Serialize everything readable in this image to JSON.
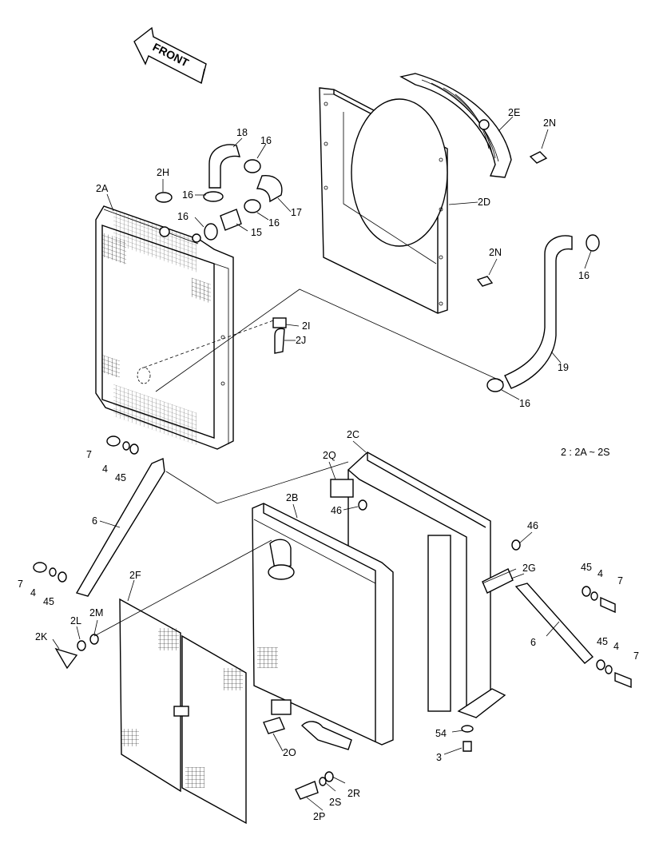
{
  "direction_label": "FRONT",
  "note": "2 : 2A ~ 2S",
  "callouts": {
    "c2A": "2A",
    "c2B": "2B",
    "c2C": "2C",
    "c2D": "2D",
    "c2E": "2E",
    "c2F": "2F",
    "c2G": "2G",
    "c2H": "2H",
    "c2I": "2I",
    "c2J": "2J",
    "c2K": "2K",
    "c2L": "2L",
    "c2M": "2M",
    "c2N_top": "2N",
    "c2N_mid": "2N",
    "c2O": "2O",
    "c2P": "2P",
    "c2Q": "2Q",
    "c2R": "2R",
    "c2S": "2S",
    "c3": "3",
    "c4_left_top": "4",
    "c4_left_bot": "4",
    "c4_right_top": "4",
    "c4_right_bot": "4",
    "c6_left": "6",
    "c6_right": "6",
    "c7_left_top": "7",
    "c7_left_bot": "7",
    "c7_right_top": "7",
    "c7_right_bot": "7",
    "c15": "15",
    "c16_a": "16",
    "c16_b": "16",
    "c16_c": "16",
    "c16_d": "16",
    "c16_e": "16",
    "c16_f": "16",
    "c17": "17",
    "c18": "18",
    "c19": "19",
    "c45_left_top": "45",
    "c45_left_bot": "45",
    "c45_right_top": "45",
    "c45_right_bot": "45",
    "c46_left": "46",
    "c46_right": "46",
    "c54": "54"
  }
}
